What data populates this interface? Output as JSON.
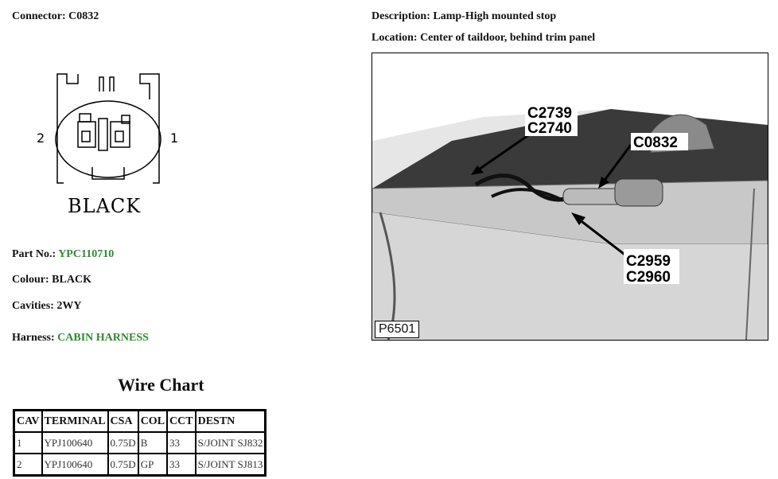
{
  "connector": {
    "label": "Connector:",
    "value": "C0832"
  },
  "description": {
    "label": "Description:",
    "value": "Lamp-High mounted stop"
  },
  "location": {
    "label": "Location:",
    "value": "Center of taildoor, behind trim panel"
  },
  "drawing": {
    "pin_left": "2",
    "pin_right": "1",
    "colour_text": "BLACK"
  },
  "part_no": {
    "label": "Part No.:",
    "value": "YPC110710"
  },
  "colour": {
    "label": "Colour:",
    "value": "BLACK"
  },
  "cavities": {
    "label": "Cavities:",
    "value": "2WY"
  },
  "harness": {
    "label": "Harness:",
    "value": "CABIN HARNESS"
  },
  "wire_chart": {
    "title": "Wire Chart",
    "headers": [
      "CAV",
      "TERMINAL",
      "CSA",
      "COL",
      "CCT",
      "DESTN"
    ],
    "rows": [
      [
        "1",
        "YPJ100640",
        "0.75D",
        "B",
        "33",
        "S/JOINT SJ832"
      ],
      [
        "2",
        "YPJ100640",
        "0.75D",
        "GP",
        "33",
        "S/JOINT SJ813"
      ]
    ]
  },
  "photo": {
    "callouts": [
      "C2739",
      "C2740",
      "C0832",
      "C2959",
      "C2960"
    ],
    "id": "P6501"
  },
  "colors": {
    "link_green": "#2e8b2e"
  }
}
